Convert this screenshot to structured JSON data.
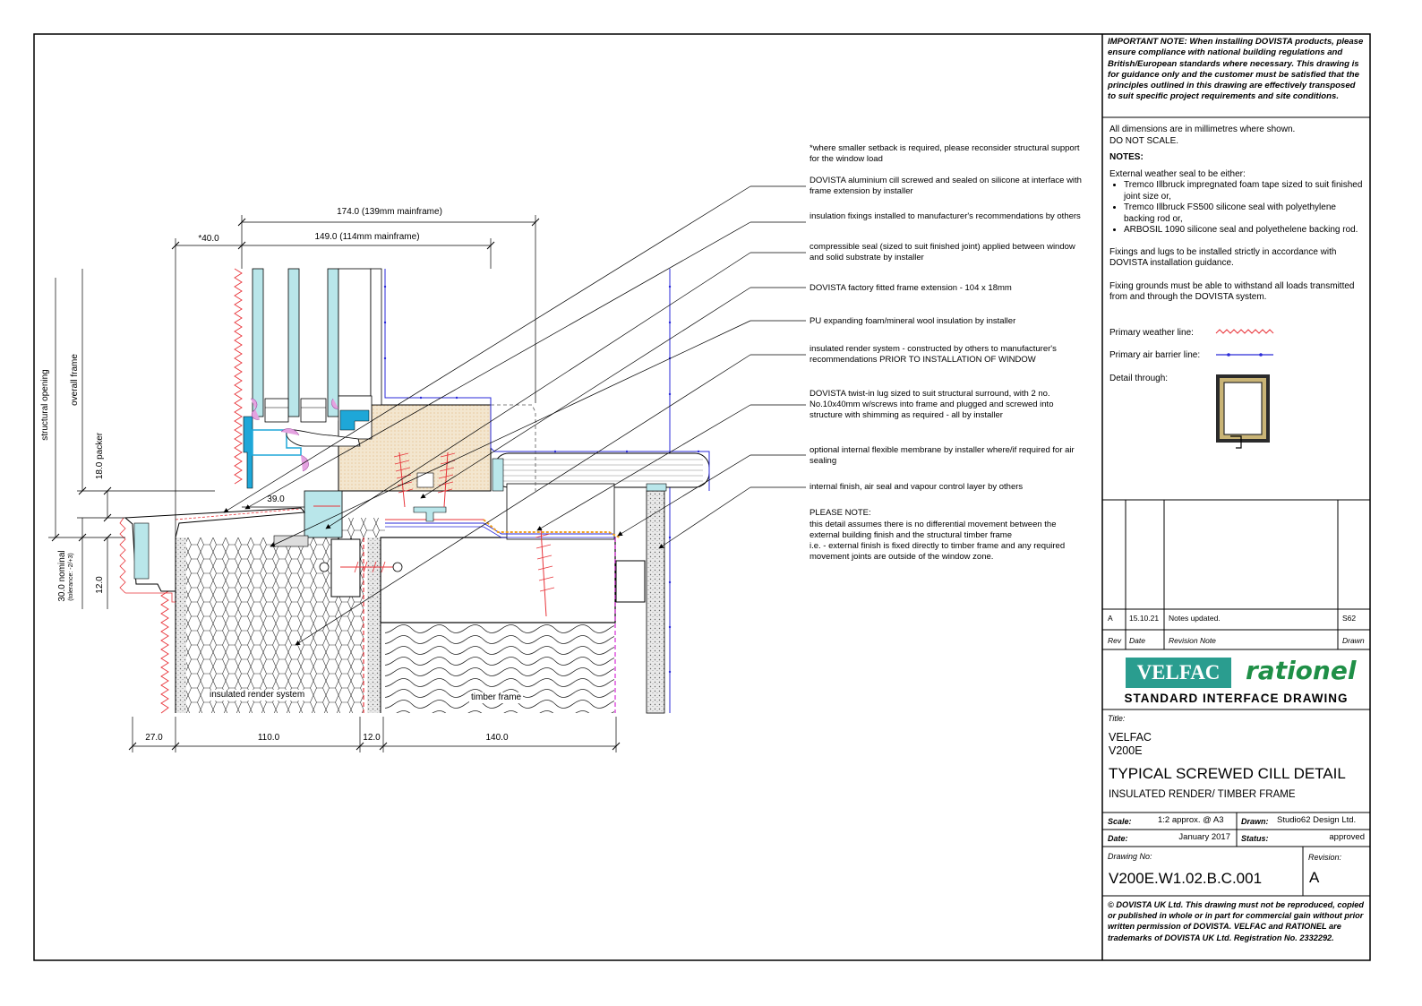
{
  "important_note": {
    "heading": "IMPORTANT NOTE:",
    "text": "When installing DOVISTA products, please ensure compliance with national building regulations and British/European standards where necessary. This drawing is for guidance only and the customer must be satisfied that the principles outlined in this drawing are effectively transposed to suit specific project requirements and site conditions."
  },
  "general": {
    "dims_note": "All dimensions are in millimetres where shown.",
    "do_not_scale": "DO NOT SCALE.",
    "notes_heading": "NOTES:",
    "seal_intro": "External weather seal to be either:",
    "seal_options": [
      "Tremco Illbruck impregnated foam tape sized to suit finished joint size or,",
      "Tremco Illbruck FS500 silicone seal with polyethylene backing rod or,",
      "ARBOSIL 1090 silicone seal and polyethelene backing rod."
    ],
    "fixings_note": "Fixings and lugs to be installed strictly in accordance with DOVISTA installation guidance.",
    "grounds_note": "Fixing grounds must be able to withstand all loads transmitted from and through the DOVISTA system.",
    "weather_line_label": "Primary weather line:",
    "air_line_label": "Primary air barrier line:",
    "detail_through_label": "Detail through:"
  },
  "revisions": {
    "headers": [
      "Rev",
      "Date",
      "Revision Note",
      "Drawn"
    ],
    "rows": [
      {
        "rev": "A",
        "date": "15.10.21",
        "note": "Notes updated.",
        "drawn": "S62"
      }
    ]
  },
  "brand": {
    "logo_left": "VELFAC",
    "logo_right": "rationel",
    "subtitle": "STANDARD INTERFACE DRAWING"
  },
  "title_block": {
    "title_label": "Title:",
    "product_line1": "VELFAC",
    "product_line2": "V200E",
    "main_title": "TYPICAL SCREWED CILL DETAIL",
    "sub_title": "INSULATED RENDER/ TIMBER FRAME",
    "scale_label": "Scale:",
    "scale_value": "1:2 approx. @ A3",
    "drawn_label": "Drawn:",
    "drawn_value": "Studio62 Design Ltd.",
    "date_label": "Date:",
    "date_value": "January 2017",
    "status_label": "Status:",
    "status_value": "approved",
    "drawing_no_label": "Drawing No:",
    "drawing_no": "V200E.W1.02.B.C.001",
    "revision_label": "Revision:",
    "revision": "A"
  },
  "copyright": "© DOVISTA UK Ltd. This drawing must not be reproduced, copied or published in whole or in part for commercial gain without prior written permission of DOVISTA. VELFAC and RATIONEL are trademarks of DOVISTA UK Ltd. Registration No. 2332292.",
  "annotations": [
    "*where smaller setback is required, please reconsider structural support for the window load",
    "DOVISTA aluminium cill screwed and sealed on silicone at interface with frame extension by installer",
    "insulation fixings installed to manufacturer's recommendations by others",
    "compressible seal (sized to suit finished joint) applied between window and solid substrate by installer",
    "DOVISTA factory fitted frame extension - 104 x 18mm",
    "PU expanding foam/mineral wool insulation by installer",
    "insulated render system - constructed by others to manufacturer's recommendations PRIOR TO INSTALLATION OF WINDOW",
    "DOVISTA twist-in lug sized to suit structural surround, with 2 no. No.10x40mm w/screws into frame and plugged and screwed into structure with shimming as required - all by installer",
    "optional internal flexible membrane by installer where/if required for air sealing",
    "internal finish, air seal and vapour control layer by others"
  ],
  "please_note": {
    "heading": "PLEASE NOTE:",
    "text": "this detail assumes there is no differential movement between the external building finish and the structural timber frame\ni.e. - external finish is fixed directly to timber frame and any required movement joints are outside of the window zone."
  },
  "dimensions": {
    "d174": "174.0 (139mm mainframe)",
    "d149": "149.0 (114mm mainframe)",
    "d40": "*40.0",
    "d39": "39.0",
    "d27": "27.0",
    "d110": "110.0",
    "d12b": "12.0",
    "d140": "140.0",
    "v_struct": "structural opening",
    "v_overall": "overall frame",
    "v_packer": "18.0 packer",
    "v_30": "30.0 nominal",
    "v_tol": "(tolerance: -2/+3)",
    "v_12": "12.0"
  },
  "drawing_labels": {
    "render": "insulated render system",
    "timber": "timber frame"
  },
  "colors": {
    "weather_line": "#e8343a",
    "air_line": "#2a2ad8",
    "cyan_frame": "#1ea7d8",
    "glass": "#b9e6ea",
    "timber": "#f3e6cf",
    "magenta": "#d62ad6"
  }
}
